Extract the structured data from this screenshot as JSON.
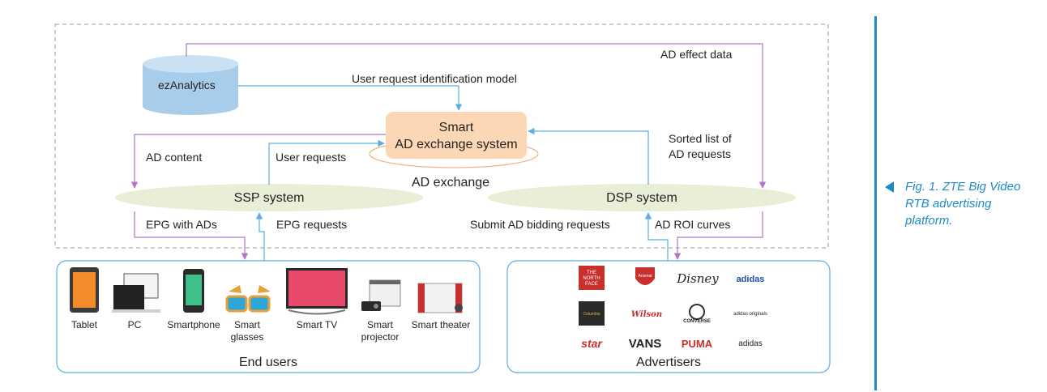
{
  "nodes": {
    "ezanalytics": "ezAnalytics",
    "smart_exchange_line1": "Smart",
    "smart_exchange_line2": "AD exchange system",
    "ad_exchange": "AD exchange",
    "ssp": "SSP system",
    "dsp": "DSP system",
    "end_users": "End users",
    "advertisers": "Advertisers"
  },
  "edges": {
    "ad_effect_data": "AD effect data",
    "user_request_model": "User request identification model",
    "ad_content": "AD content",
    "user_requests": "User requests",
    "sorted_list_line1": "Sorted list of",
    "sorted_list_line2": "AD requests",
    "epg_with_ads": "EPG with ADs",
    "epg_requests": "EPG requests",
    "submit_bidding": "Submit AD bidding requests",
    "ad_roi_curves": "AD ROI curves"
  },
  "devices": [
    {
      "label": "Tablet",
      "icon": "tablet-icon"
    },
    {
      "label": "PC",
      "icon": "pc-icon"
    },
    {
      "label": "Smartphone",
      "icon": "smartphone-icon"
    },
    {
      "label": "Smart glasses",
      "icon": "smart-glasses-icon"
    },
    {
      "label": "Smart TV",
      "icon": "smart-tv-icon"
    },
    {
      "label": "Smart projector",
      "icon": "smart-projector-icon"
    },
    {
      "label": "Smart theater",
      "icon": "smart-theater-icon"
    }
  ],
  "brands": [
    "THE NORTH FACE",
    "Arsenal",
    "Disney",
    "adidas",
    "Columbia",
    "Wilson",
    "CONVERSE",
    "adidas originals",
    "star",
    "VANS",
    "PUMA",
    "adidas"
  ],
  "caption": {
    "line1": "Fig. 1. ZTE Big Video",
    "line2": "RTB advertising",
    "line3": "platform."
  },
  "colors": {
    "blue_arrow": "#5aaee0",
    "purple_arrow": "#b574c4",
    "exchange_box": "#fbd7b5",
    "ellipse_green": "#e8efd6",
    "cylinder": "#a7cdeb",
    "accent": "#1c8ac9"
  }
}
